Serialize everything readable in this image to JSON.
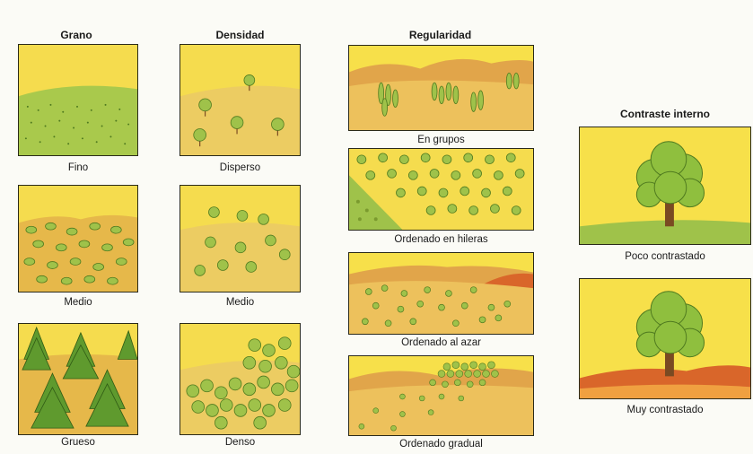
{
  "columns": [
    {
      "title": "Grano",
      "items": [
        {
          "caption": "Fino",
          "scene": "fine-grass-field"
        },
        {
          "caption": "Medio",
          "scene": "medium-shrubs"
        },
        {
          "caption": "Grueso",
          "scene": "coarse-pine-trees"
        }
      ]
    },
    {
      "title": "Densidad",
      "items": [
        {
          "caption": "Disperso",
          "scene": "sparse-trees"
        },
        {
          "caption": "Medio",
          "scene": "medium-density-trees"
        },
        {
          "caption": "Denso",
          "scene": "dense-forest"
        }
      ]
    },
    {
      "title": "Regularidad",
      "items": [
        {
          "caption": "En grupos",
          "scene": "grouped-trees"
        },
        {
          "caption": "Ordenado en hileras",
          "scene": "trees-in-rows"
        },
        {
          "caption": "Ordenado al azar",
          "scene": "random-trees"
        },
        {
          "caption": "Ordenado gradual",
          "scene": "gradual-trees"
        }
      ]
    },
    {
      "title": "Contraste interno",
      "items": [
        {
          "caption": "Poco contrastado",
          "scene": "low-contrast-tree"
        },
        {
          "caption": "Muy contrastado",
          "scene": "high-contrast-tree"
        }
      ]
    }
  ],
  "colors": {
    "sky": "#f7e04a",
    "grass": "#9fc24a",
    "ochre": "#e6b84a",
    "tree": "#8fbf3e",
    "trunk": "#7a4a22",
    "red_soil": "#d9662a"
  }
}
